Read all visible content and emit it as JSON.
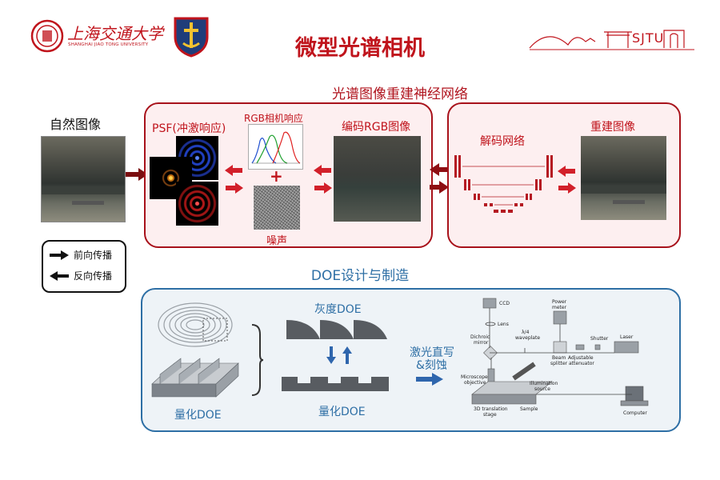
{
  "header": {
    "title": "微型光谱相机",
    "university_logo_text": "上海交通大学",
    "university_logo_subtext": "SHANGHAI JIAO TONG UNIVERSITY",
    "sjtu_mark": "SJTU"
  },
  "section_network": {
    "title": "光谱图像重建神经网络",
    "natural_image": "自然图像",
    "psf_label": "PSF(冲激响应)",
    "rgb_response_label": "RGB相机响应",
    "plus": "+",
    "noise_label": "噪声",
    "coded_rgb_label": "编码RGB图像",
    "decoder_label": "解码网络",
    "reconstructed_label": "重建图像"
  },
  "legend": {
    "forward": "前向传播",
    "backward": "反向传播"
  },
  "section_doe": {
    "title": "DOE设计与制造",
    "quantized_doe_left": "量化DOE",
    "grayscale_doe": "灰度DOE",
    "quantized_doe_mid": "量化DOE",
    "laser_write_line1": "激光直写",
    "laser_write_line2": "&刻蚀",
    "setup_labels": {
      "ccd": "CCD",
      "power_meter_1": "Power",
      "power_meter_2": "meter",
      "lens": "Lens",
      "dichroic_1": "Dichroic",
      "dichroic_2": "mirror",
      "waveplate_1": "λ/4",
      "waveplate_2": "waveplate",
      "beam_splitter_1": "Beam",
      "beam_splitter_2": "splitter",
      "attenuator_1": "Adjustable",
      "attenuator_2": "attenuator",
      "shutter": "Shutter",
      "laser": "Laser",
      "objective_1": "Microscope",
      "objective_2": "objective",
      "illumination_1": "Illumination",
      "illumination_2": "source",
      "stage_1": "3D translation",
      "stage_2": "stage",
      "sample": "Sample",
      "computer": "Computer"
    }
  },
  "colors": {
    "accent_red": "#c0141c",
    "border_red": "#a8121b",
    "accent_blue": "#2e6fa5",
    "arrow_red": "#d2202a",
    "arrow_blue": "#2f66ad"
  }
}
